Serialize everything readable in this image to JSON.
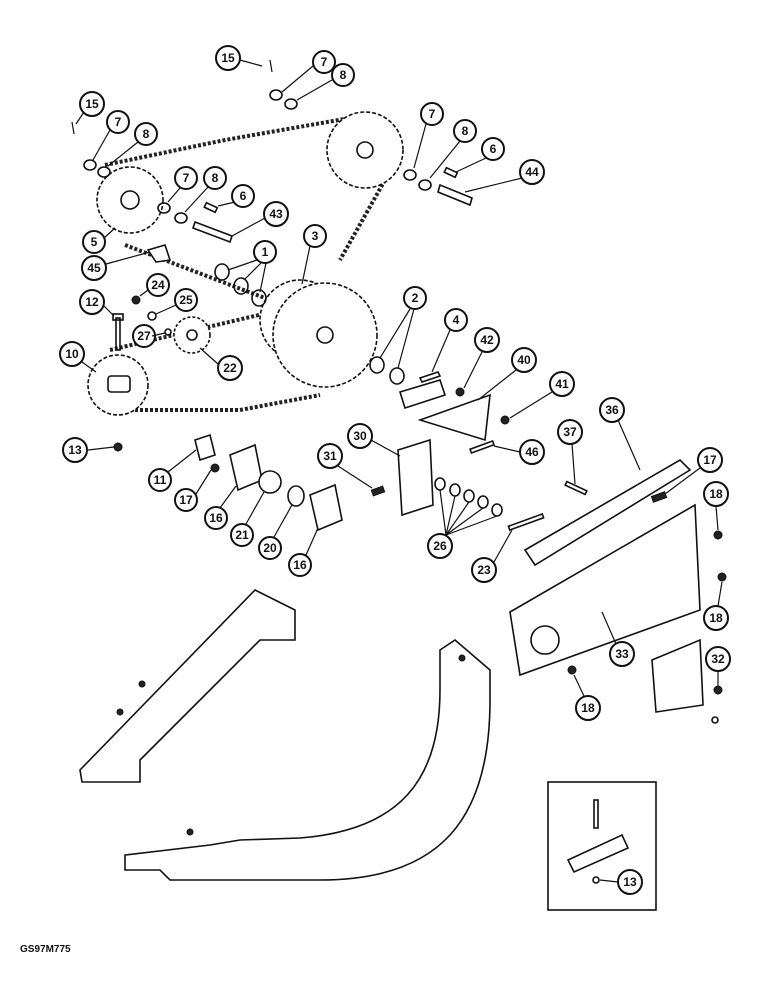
{
  "figure_code": "GS97M775",
  "callouts": {
    "c15a": "15",
    "c7a": "7",
    "c8a": "8",
    "c15b": "15",
    "c7b": "7",
    "c8b": "8",
    "c7c": "7",
    "c8c": "8",
    "c6a": "6",
    "c44": "44",
    "c7d": "7",
    "c8d": "8",
    "c6b": "6",
    "c43": "43",
    "c5": "5",
    "c45": "45",
    "c3": "3",
    "c1": "1",
    "c12": "12",
    "c24": "24",
    "c25": "25",
    "c27": "27",
    "c22": "22",
    "c10": "10",
    "c2": "2",
    "c4": "4",
    "c42": "42",
    "c40": "40",
    "c41": "41",
    "c13a": "13",
    "c11": "11",
    "c17a": "17",
    "c16a": "16",
    "c21": "21",
    "c20": "20",
    "c16b": "16",
    "c30": "30",
    "c31": "31",
    "c46": "46",
    "c26": "26",
    "c23": "23",
    "c36": "36",
    "c37": "37",
    "c17b": "17",
    "c18a": "18",
    "c18b": "18",
    "c33": "33",
    "c18c": "18",
    "c32": "32",
    "c13b": "13"
  }
}
